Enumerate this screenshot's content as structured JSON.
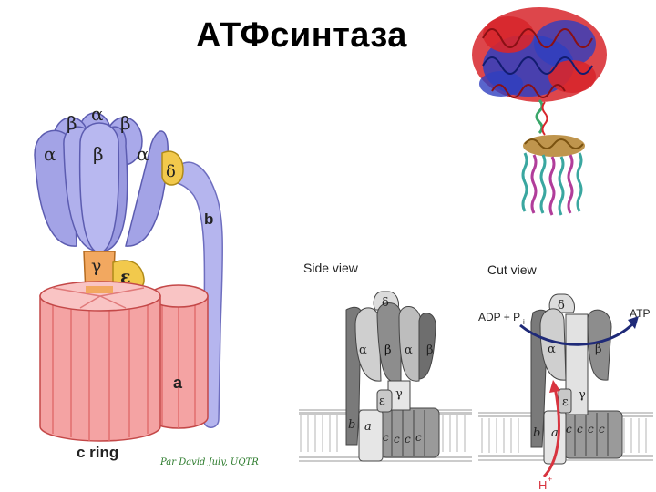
{
  "slide": {
    "title": "АТФсинтаза"
  },
  "left_diagram": {
    "labels": {
      "alpha": "α",
      "beta": "β",
      "delta": "δ",
      "gamma": "γ",
      "epsilon": "ε",
      "b": "b",
      "a": "a",
      "c_ring": "c ring"
    },
    "credit": "Par David July, UQTR",
    "colors": {
      "head": "#a9a9ea",
      "head_dark": "#7d7dcf",
      "stator": "#b5b5ee",
      "delta": "#f2c94c",
      "gamma": "#f2a860",
      "ring": "#f4a3a3",
      "ring_dark": "#e26e6e",
      "ring_top": "#f9c4c4"
    }
  },
  "side_view": {
    "title": "Side view",
    "labels": {
      "delta": "δ",
      "alpha_left": "α",
      "beta": "β",
      "alpha_right": "α",
      "beta_right": "β",
      "gamma": "γ",
      "epsilon": "ε",
      "b": "b",
      "a": "a",
      "c1": "c",
      "c2": "c",
      "c3": "c",
      "c4": "c"
    }
  },
  "cut_view": {
    "title": "Cut view",
    "adp_label": "ADP + P",
    "adp_subscript": "i",
    "atp_label": "ATP",
    "proton_label": "H",
    "proton_sup": "+",
    "labels": {
      "delta": "δ",
      "alpha": "α",
      "beta": "β",
      "gamma": "γ",
      "epsilon": "ε",
      "b": "b",
      "a": "a",
      "c1": "c",
      "c2": "c",
      "c3": "c",
      "c4": "c"
    },
    "colors": {
      "arrow_blue": "#1f2a78",
      "arrow_red": "#d8343f"
    }
  },
  "structure_image": {
    "colors": {
      "red": "#d7262c",
      "blue": "#2f3fbf",
      "green": "#3aa66a",
      "brown": "#b8893a",
      "teal": "#3aa7a0",
      "purple": "#b13d9a"
    }
  }
}
